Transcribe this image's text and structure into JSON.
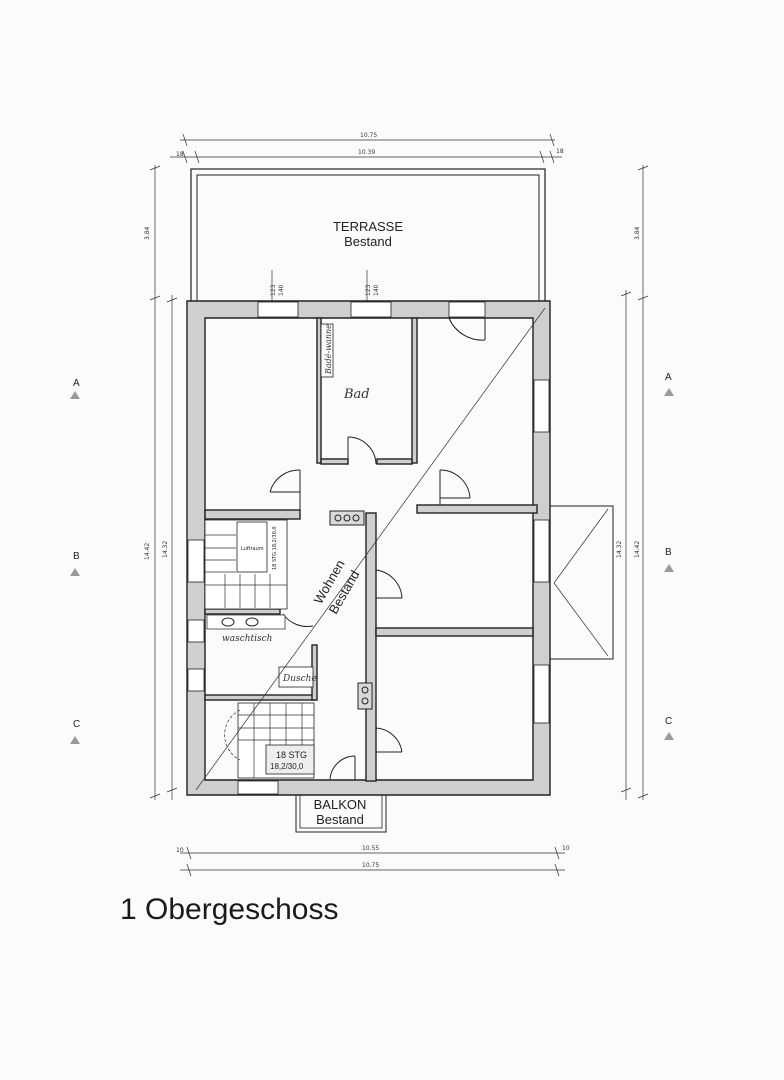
{
  "title": "1 Obergeschoss",
  "rooms": {
    "terrace_line1": "TERRASSE",
    "terrace_line2": "Bestand",
    "bath": "Bad",
    "bathtub": "Badé-wanne",
    "living_line1": "Wohnen",
    "living_line2": "Bestand",
    "balcony_line1": "BALKON",
    "balcony_line2": "Bestand",
    "washbasin": "waschtisch",
    "shower": "Dusche",
    "air_space": "Luftraum",
    "stairs_line1": "18 STG",
    "stairs_line2": "18,2/30,0",
    "stair_side_note": "18 STG 18,2/30,0"
  },
  "dimensions": {
    "top_outer": "10.75",
    "top_inner": "10.39",
    "top_left_offset": "18",
    "top_right_offset": "18",
    "bottom_inner": "10.55",
    "bottom_outer": "10.75",
    "bottom_left_offset": "10",
    "bottom_right_offset": "10",
    "left_terrace": "3.84",
    "right_terrace": "3.84",
    "left_total": "14.42",
    "left_inner": "14.32",
    "right_inner": "14.32",
    "right_total": "14.42",
    "window_a_1": "123",
    "window_a_2": "140",
    "window_b_1": "123",
    "window_b_2": "140"
  },
  "axis_labels": {
    "a": "A",
    "b": "B",
    "c": "C"
  }
}
